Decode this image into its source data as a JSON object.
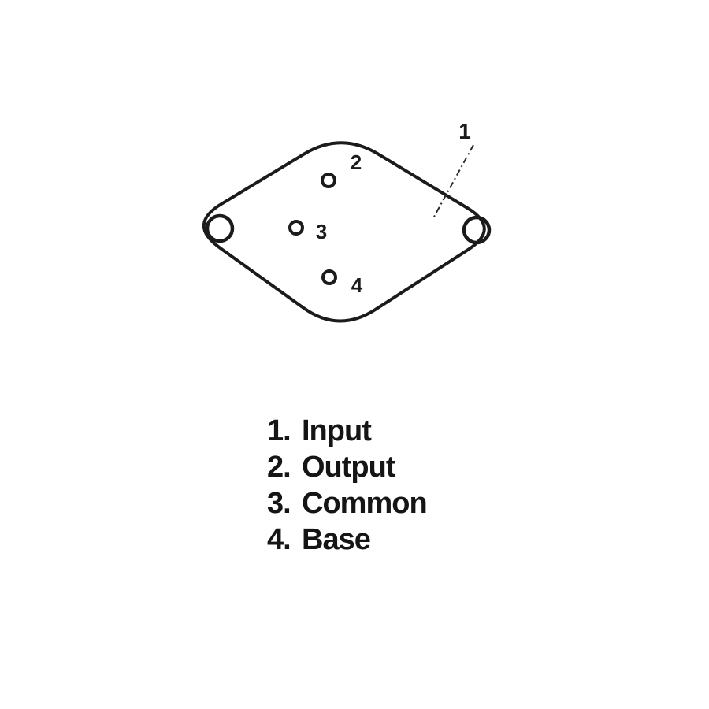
{
  "diagram": {
    "case_callout": "1",
    "pins": [
      {
        "number": "2"
      },
      {
        "number": "3"
      },
      {
        "number": "4"
      }
    ]
  },
  "legend": {
    "items": [
      {
        "number": "1.",
        "label": "Input"
      },
      {
        "number": "2.",
        "label": "Output"
      },
      {
        "number": "3.",
        "label": "Common"
      },
      {
        "number": "4.",
        "label": "Base"
      }
    ]
  },
  "colors": {
    "ink": "#1b1b1b",
    "background": "#ffffff"
  }
}
